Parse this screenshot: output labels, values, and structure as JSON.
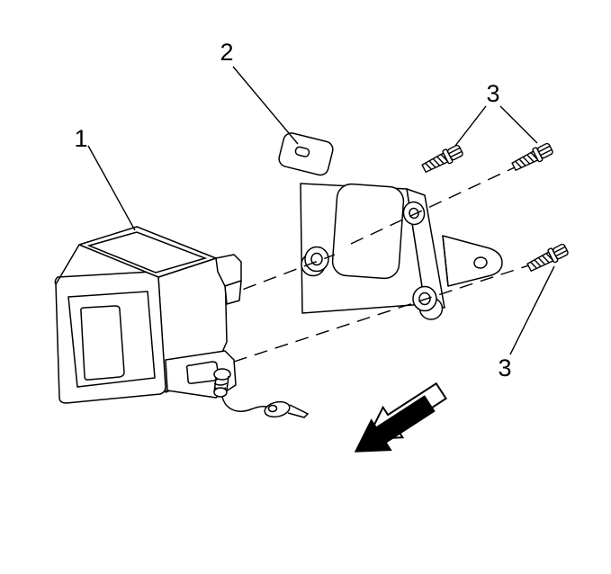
{
  "diagram": {
    "background_color": "#ffffff",
    "line_color": "#000000",
    "callouts": {
      "part1": {
        "label": "1",
        "points_to": "module"
      },
      "part2": {
        "label": "2",
        "points_to": "mounting-bracket"
      },
      "part3_upper": {
        "label": "3",
        "points_to": "upper-bolts"
      },
      "part3_lower": {
        "label": "3",
        "points_to": "lower-bolt"
      }
    }
  }
}
